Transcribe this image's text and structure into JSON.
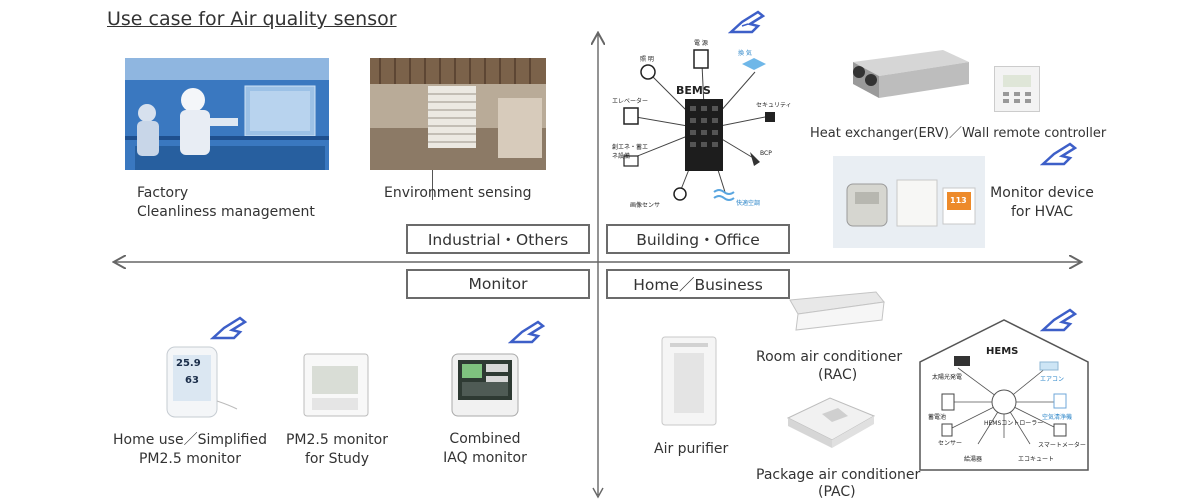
{
  "title": "Use case for Air quality sensor",
  "quadrants": {
    "top_left": "Industrial・Others",
    "top_right": "Building・Office",
    "bottom_left": "Monitor",
    "bottom_right": "Home／Business"
  },
  "factory": {
    "line1": "Factory",
    "line2": "Cleanliness management"
  },
  "environment": {
    "label": "Environment sensing"
  },
  "bems": {
    "center": "BEMS",
    "nodes": [
      "照 明",
      "電 源",
      "換 気",
      "エレベーター",
      "セキュリティ",
      "BCP",
      "創エネ・蓄エネ設備",
      "画像センサ",
      "快適空調"
    ]
  },
  "erv": {
    "label": "Heat exchanger(ERV)／Wall remote controller"
  },
  "hvac_monitor": {
    "line1": "Monitor device",
    "line2": "for HVAC",
    "screen_value": "113"
  },
  "home_monitor": {
    "line1": "Home use／Simplified",
    "line2": "PM2.5 monitor",
    "screen_top": "25.9",
    "screen_mid": "63"
  },
  "pm25_study": {
    "line1": "PM2.5 monitor",
    "line2": "for Study"
  },
  "iaq": {
    "line1": "Combined",
    "line2": "IAQ monitor"
  },
  "purifier": {
    "label": "Air purifier"
  },
  "rac": {
    "line1": "Room air conditioner",
    "line2": "(RAC)"
  },
  "pac": {
    "line1": "Package air conditioner",
    "line2": "(PAC)"
  },
  "hems": {
    "center": "HEMS",
    "nodes": [
      "太陽光発電",
      "蓄電池",
      "エアコン",
      "空気清浄機",
      "HEMSコントローラー",
      "センサー",
      "スマートメーター",
      "給湯器",
      "エコキュート"
    ]
  },
  "colors": {
    "axis": "#666666",
    "box_border": "#6b6b6b",
    "hand": "#3d5fc8",
    "factory_blue": "#2f6bb5"
  }
}
